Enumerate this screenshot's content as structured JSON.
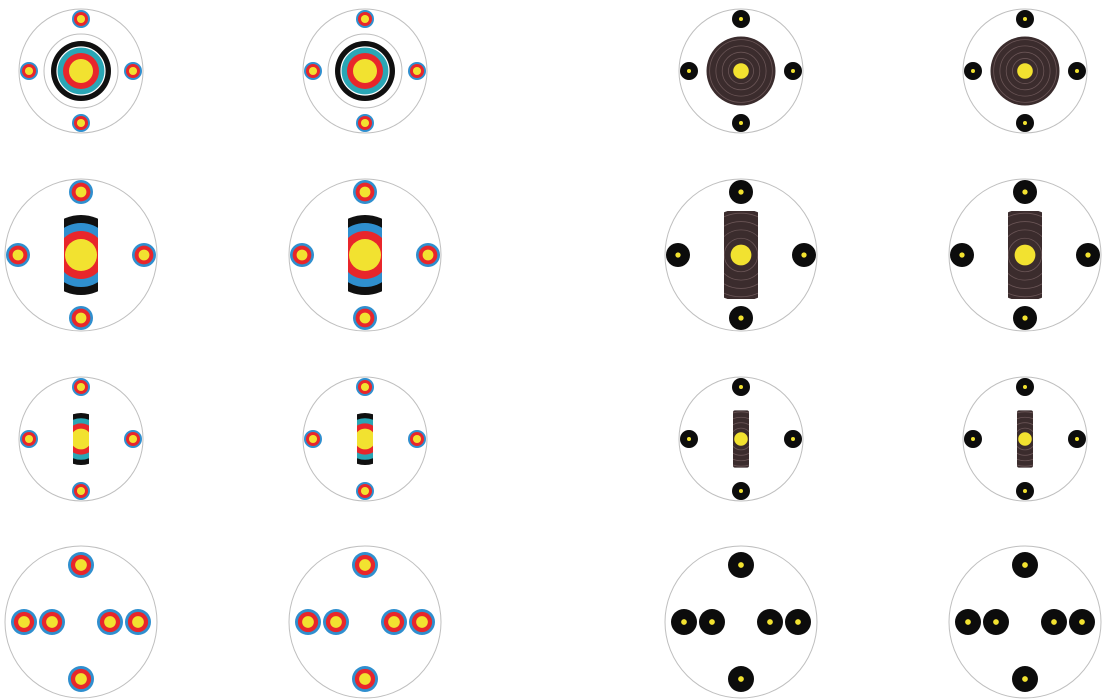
{
  "colors": {
    "background": "#ffffff",
    "outline": "#bfbfbf",
    "fita_yellow": "#f2e230",
    "fita_red": "#e8262b",
    "fita_blue": "#2f8fcf",
    "fita_teal": "#2aa6b5",
    "fita_black": "#101010",
    "field_brown": "#3b2c2d",
    "field_black": "#0c0c0c",
    "field_spot": "#f2e230"
  },
  "rows": [
    {
      "name": "full-face",
      "icon": "full-target-icon"
    },
    {
      "name": "wide-strip",
      "icon": "wide-strip-target-icon"
    },
    {
      "name": "narrow-strip",
      "icon": "narrow-strip-target-icon"
    },
    {
      "name": "spots-only",
      "icon": "spot-cluster-icon"
    }
  ],
  "columns": [
    {
      "style": "fita",
      "icon": "fita-target-icon"
    },
    {
      "style": "fita",
      "icon": "fita-target-icon"
    },
    {
      "style": "field",
      "icon": "field-target-icon"
    },
    {
      "style": "field",
      "icon": "field-target-icon"
    }
  ]
}
